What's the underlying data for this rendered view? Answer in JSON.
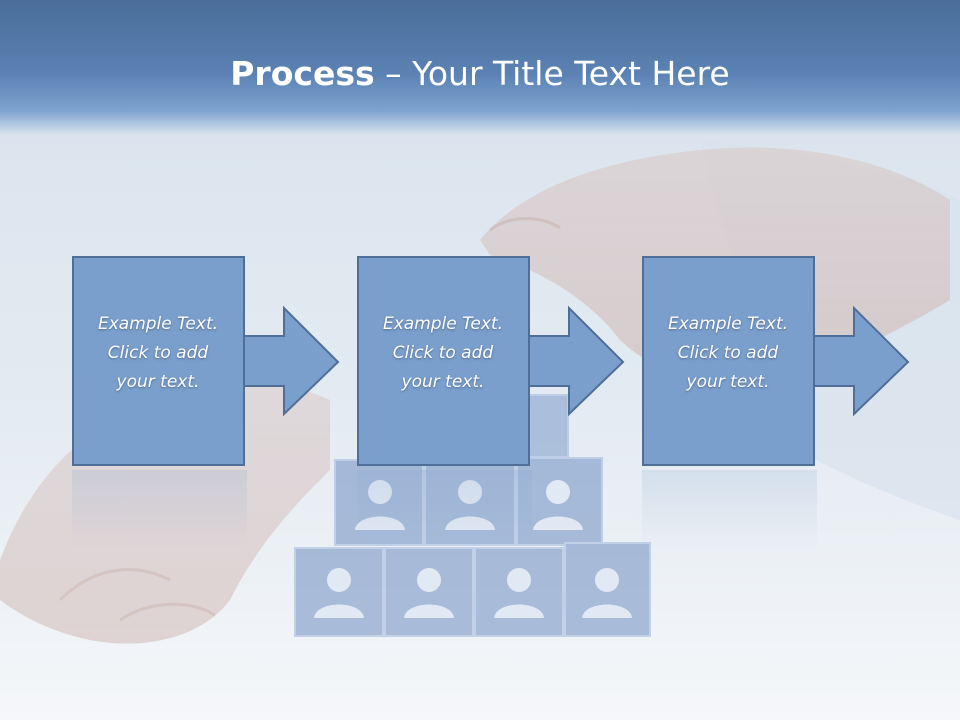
{
  "slide": {
    "title_strong": "Process",
    "title_rest": " – Your Title Text Here"
  },
  "steps": [
    {
      "line1": "Example Text.",
      "line2": "Click  to add",
      "line3": "your text."
    },
    {
      "line1": "Example Text.",
      "line2": "Click  to add",
      "line3": "your text."
    },
    {
      "line1": "Example Text.",
      "line2": "Click  to add",
      "line3": "your text."
    }
  ],
  "colors": {
    "title_band": "#5b82b3",
    "box_fill": "#7b9fcc",
    "box_border": "#4f6f99",
    "text": "#ffffff"
  },
  "icons": [
    "person-icon",
    "arrow-right-icon"
  ]
}
